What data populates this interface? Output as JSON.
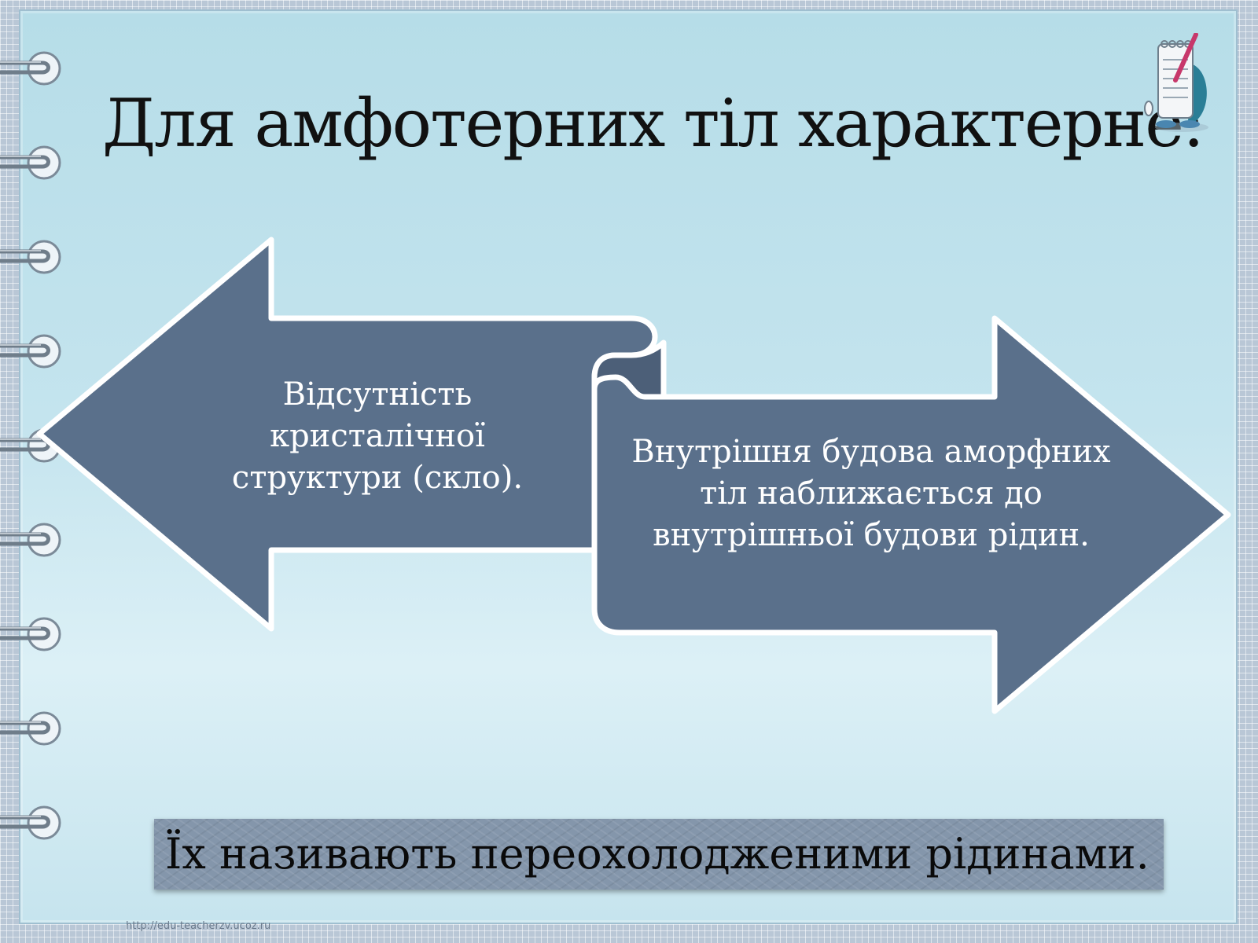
{
  "title": "Для амфотерних тіл характерне:",
  "diagram": {
    "left_arrow_text": "Відсутність кристалічної структури (скло).",
    "right_arrow_text": "Внутрішня будова аморфних тіл наближається до внутрішньої будови рідин."
  },
  "banner_text": "Їх називають переохолодженими рідинами.",
  "footer_url": "http://edu-teacherzv.ucoz.ru",
  "colors": {
    "arrow_fill": "#5a708b",
    "arrow_outline": "#ffffff",
    "slide_background": "#c4e4ee",
    "banner": "#8496ab"
  },
  "icons": [
    "binder-ring-icon",
    "notepad-mascot-icon"
  ]
}
